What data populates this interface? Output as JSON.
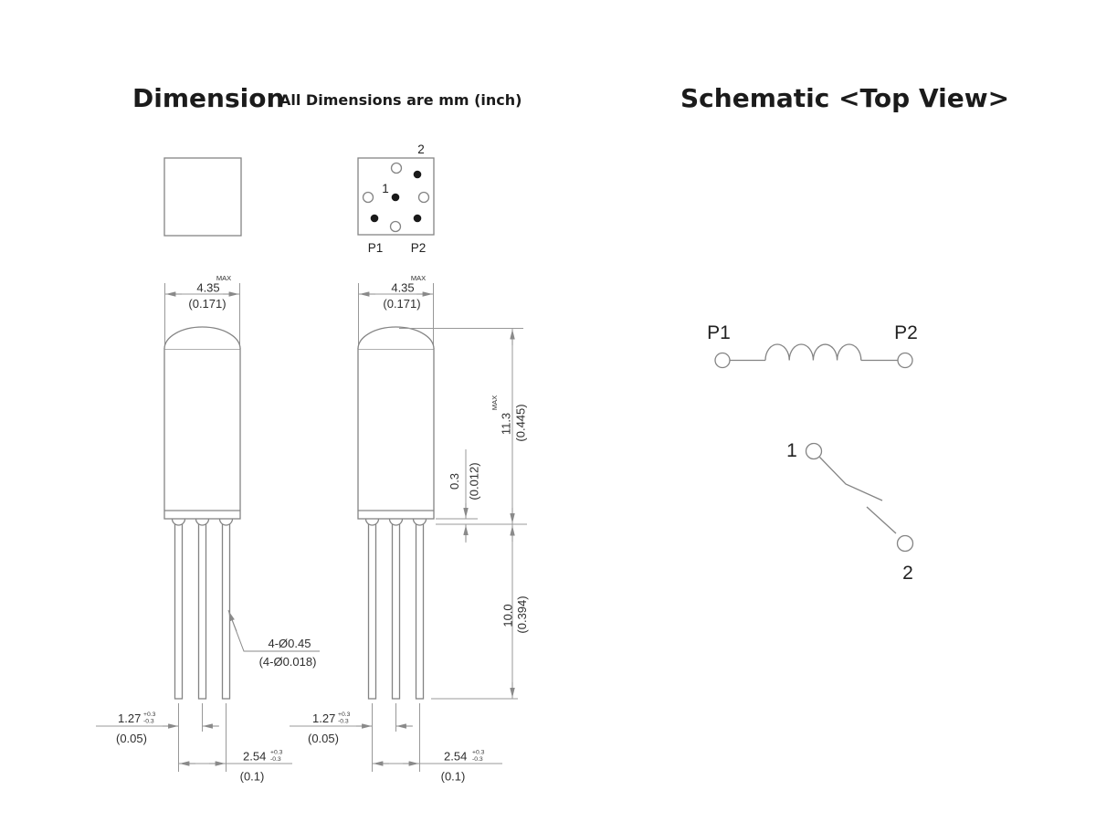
{
  "header": {
    "dimension_title": "Dimension",
    "dimension_subtitle": "All Dimensions are mm (inch)",
    "schematic_title": "Schematic <Top View>"
  },
  "top_view": {
    "pin1_label": "1",
    "pin2_label": "2",
    "p1_label": "P1",
    "p2_label": "P2"
  },
  "dims": {
    "max_label": "MAX",
    "body_width_mm": "4.35",
    "body_width_inch": "(0.171)",
    "body_height_mm": "11.3",
    "body_height_inch": "(0.445)",
    "standoff_mm": "0.3",
    "standoff_inch": "(0.012)",
    "lead_length_mm": "10.0",
    "lead_length_inch": "(0.394)",
    "lead_pitch_mm": "1.27",
    "lead_pitch_inch": "(0.05)",
    "lead_span_mm": "2.54",
    "lead_span_inch": "(0.1)",
    "tol_plus": "+0.3",
    "tol_minus": "-0.3",
    "lead_dia_mm": "4-Ø0.45",
    "lead_dia_inch": "(4-Ø0.018)"
  },
  "schematic": {
    "p1_label": "P1",
    "p2_label": "P2",
    "pin1_label": "1",
    "pin2_label": "2"
  },
  "colors": {
    "drawing_line": "#848484",
    "dimension_line": "#989898",
    "text": "#2e2e2e",
    "title_text": "#1b1b1b",
    "pin_dot_filled": "#1a1a1a",
    "background": "#ffffff"
  }
}
